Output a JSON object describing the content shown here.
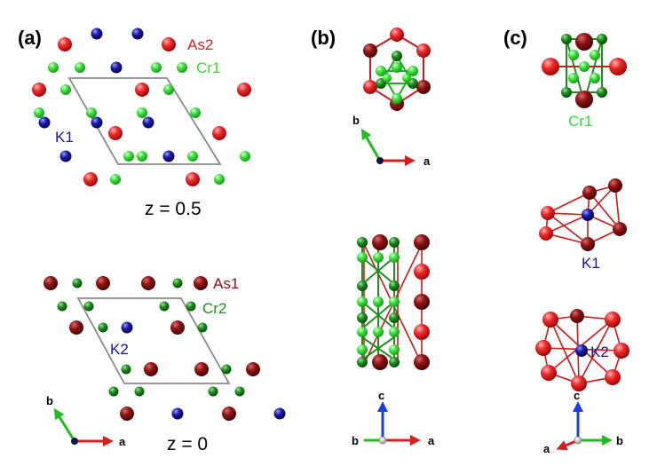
{
  "panels": {
    "a": "(a)",
    "b": "(b)",
    "c": "(c)"
  },
  "atom_labels": {
    "as2": "As2",
    "cr1": "Cr1",
    "k1": "K1",
    "as1": "As1",
    "cr2": "Cr2",
    "k2": "K2"
  },
  "z_labels": {
    "top": "z = 0.5",
    "bottom": "z = 0"
  },
  "axes": {
    "a": "a",
    "b": "b",
    "c": "c"
  },
  "colors": {
    "as2": "#e02020",
    "as1": "#8b1010",
    "cr1": "#33dd33",
    "cr2": "#1e8f1e",
    "k": "#1515a8",
    "cell": "#8a8a8a",
    "axis_a": "#d42020",
    "axis_b": "#22bb22",
    "axis_c": "#1a3fdd"
  }
}
